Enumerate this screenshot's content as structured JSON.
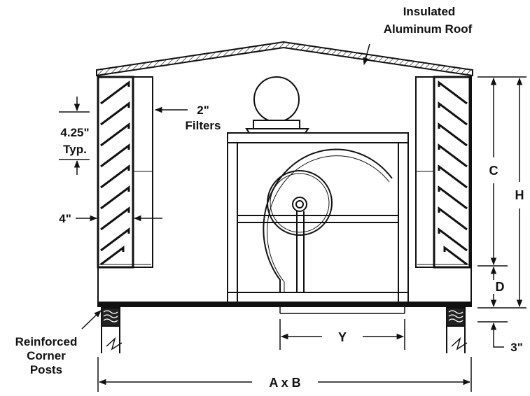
{
  "colors": {
    "line": "#111111",
    "background": "#ffffff"
  },
  "labels": {
    "roof_line1": "Insulated",
    "roof_line2": "Aluminum Roof",
    "filters_line1": "2\"",
    "filters_line2": "Filters",
    "louver_spacing_line1": "4.25\"",
    "louver_spacing_line2": "Typ.",
    "louver_depth": "4\"",
    "posts_line1": "Reinforced",
    "posts_line2": "Corner",
    "posts_line3": "Posts",
    "dim_c": "C",
    "dim_h": "H",
    "dim_d": "D",
    "dim_y": "Y",
    "dim_3": "3\"",
    "dim_axb": "A x B"
  }
}
